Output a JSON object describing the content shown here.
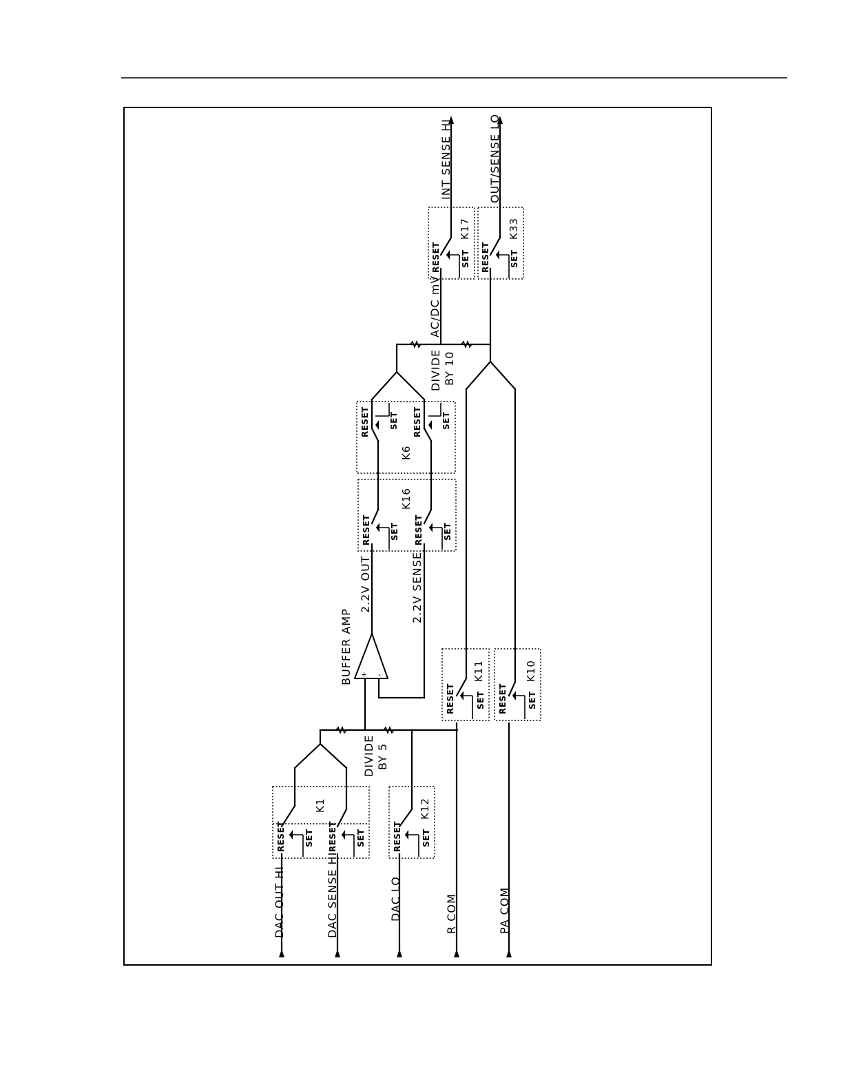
{
  "inputs": {
    "dac_out_hi": "DAC OUT HI",
    "dac_sense_hi": "DAC SENSE HI",
    "dac_lo": "DAC LO",
    "r_com": "R COM",
    "pa_com": "PA COM"
  },
  "outputs": {
    "int_sense_hi": "INT SENSE HI",
    "out_sense_lo": "OUT/SENSE LO"
  },
  "nets": {
    "out_2v2": "2.2V OUT",
    "sense_2v2": "2.2V SENSE",
    "acdc_mv": "AC/DC mV"
  },
  "blocks": {
    "buffer_amp": "BUFFER AMP",
    "divide5_line1": "DIVIDE",
    "divide5_line2": "BY 5",
    "divide10_line1": "DIVIDE",
    "divide10_line2": "BY 10"
  },
  "relays": {
    "k1": "K1",
    "k12": "K12",
    "k16": "K16",
    "k6": "K6",
    "k11": "K11",
    "k10": "K10",
    "k17": "K17",
    "k33": "K33",
    "reset": "RESET",
    "set": "SET"
  }
}
